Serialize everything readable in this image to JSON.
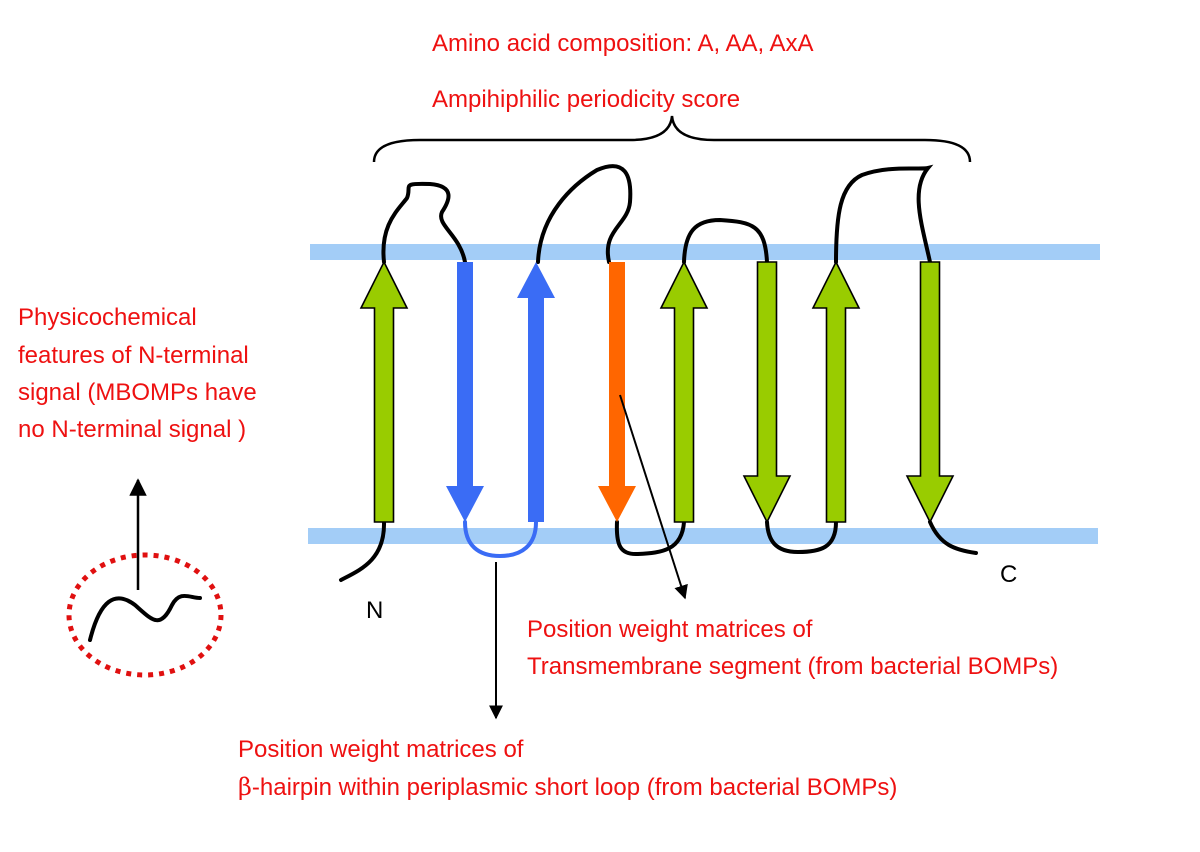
{
  "labels": {
    "composition": "Amino acid composition: A, AA, AxA",
    "periodicity": "Ampihiphilic periodicity score",
    "physico_lines": [
      "Physicochemical",
      "features of N-terminal",
      "signal (MBOMPs have",
      "no N-terminal signal )"
    ],
    "n_terminus": "N",
    "c_terminus": "C",
    "pwm_tm_lines": [
      "Position weight matrices of",
      "Transmembrane segment (from bacterial BOMPs)"
    ],
    "pwm_hairpin_line1": "Position weight matrices of",
    "beta_symbol": "β",
    "pwm_hairpin_line2": "-hairpin within periplasmic short loop (from bacterial BOMPs)"
  },
  "colors": {
    "membrane": "#a3cdf7",
    "green_strand": "#99cc00",
    "blue_strand": "#3a6cf5",
    "orange_strand": "#ff6600",
    "hairpin_loop": "#3a6cf5",
    "loop": "#000000",
    "text_red": "#ee1111",
    "signal_ellipse": "#e01010"
  },
  "strands": [
    {
      "name": "strand-1",
      "direction": "up",
      "color": "green"
    },
    {
      "name": "strand-2",
      "direction": "down",
      "color": "blue"
    },
    {
      "name": "strand-3",
      "direction": "up",
      "color": "blue"
    },
    {
      "name": "strand-4",
      "direction": "down",
      "color": "orange"
    },
    {
      "name": "strand-5",
      "direction": "up",
      "color": "green"
    },
    {
      "name": "strand-6",
      "direction": "down",
      "color": "green"
    },
    {
      "name": "strand-7",
      "direction": "up",
      "color": "green"
    },
    {
      "name": "strand-8",
      "direction": "down",
      "color": "green"
    }
  ]
}
